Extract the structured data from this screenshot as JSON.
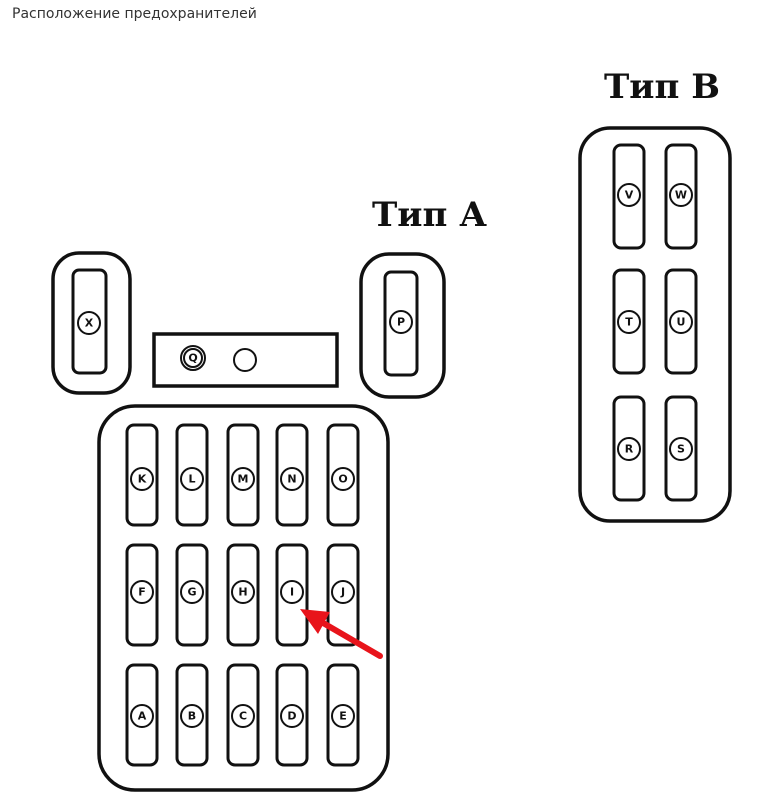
{
  "caption": "Расположение предохранителей",
  "type_a_label": "Тип А",
  "type_b_label": "Тип B",
  "type_a": {
    "side_left": "X",
    "side_right": "P",
    "relay_block": [
      "Q",
      ""
    ],
    "rows": [
      [
        "K",
        "L",
        "M",
        "N",
        "O"
      ],
      [
        "F",
        "G",
        "H",
        "I",
        "J"
      ],
      [
        "A",
        "B",
        "C",
        "D",
        "E"
      ]
    ],
    "highlighted_fuse": "I"
  },
  "type_b": {
    "rows": [
      [
        "V",
        "W"
      ],
      [
        "T",
        "U"
      ],
      [
        "R",
        "S"
      ]
    ]
  },
  "colors": {
    "arrow": "#e8141b",
    "line": "#111111"
  }
}
